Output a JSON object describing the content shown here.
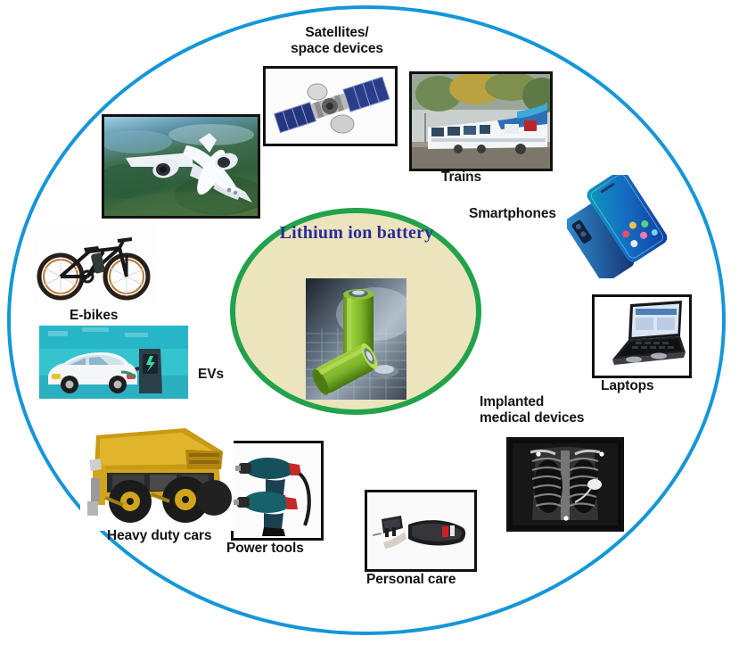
{
  "figure": {
    "title": "Lithium ion battery applications wheel",
    "center": {
      "label": "Lithium ion\nbattery",
      "image_name": "green-cylindrical-lithium-ion-batteries",
      "text_color": "#2b2b9c",
      "fill_color": "#ece4bd",
      "border_color": "#21a24b"
    },
    "outer_ring_color": "#1596d8"
  },
  "applications": [
    {
      "id": "satellites",
      "label": "Satellites/\nspace devices",
      "image_name": "satellite-with-solar-panels",
      "framed": true
    },
    {
      "id": "aircraft",
      "label": "",
      "image_name": "passenger-airplane-over-landscape",
      "framed": true
    },
    {
      "id": "trains",
      "label": "Trains",
      "image_name": "electric-passenger-train",
      "framed": true
    },
    {
      "id": "smartphones",
      "label": "Smartphones",
      "image_name": "smartphone-pair-teal-gradient",
      "framed": false
    },
    {
      "id": "laptops",
      "label": "Laptops",
      "image_name": "black-laptop-computer",
      "framed": true
    },
    {
      "id": "implanted-medical-devices",
      "label": "Implanted\nmedical devices",
      "image_name": "chest-xray-with-pacemaker",
      "framed": true
    },
    {
      "id": "personal-care",
      "label": "Personal care",
      "image_name": "hair-clipper-trimmer",
      "framed": true
    },
    {
      "id": "power-tools",
      "label": "Power tools",
      "image_name": "cordless-power-drills",
      "framed": true
    },
    {
      "id": "heavy-duty-cars",
      "label": "Heavy duty cars",
      "image_name": "yellow-mining-dump-truck",
      "framed": false
    },
    {
      "id": "evs",
      "label": "EVs",
      "image_name": "electric-car-at-charging-station",
      "framed": false
    },
    {
      "id": "e-bikes",
      "label": "E-bikes",
      "image_name": "electric-bicycle",
      "framed": false
    }
  ]
}
